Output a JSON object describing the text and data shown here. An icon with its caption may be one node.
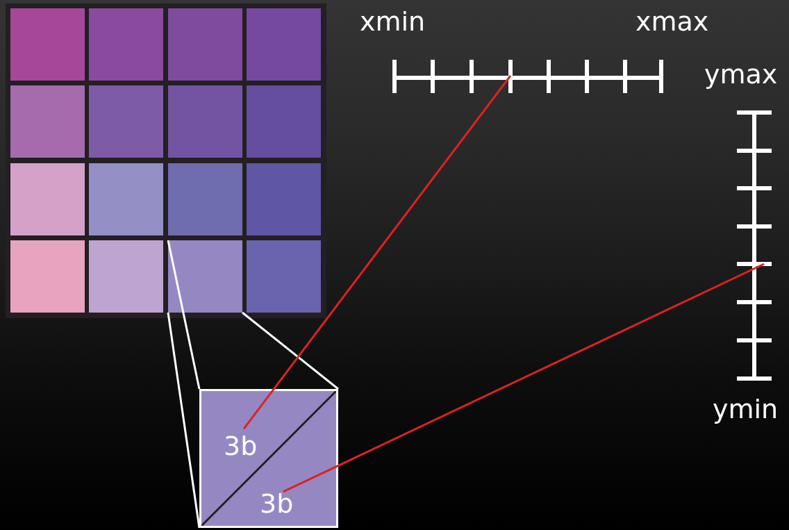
{
  "diagram": {
    "nodes": [
      {
        "text": [],
        "shape": "box"
      },
      {
        "text": [],
        "shape": "box"
      },
      {
        "text": [],
        "shape": "box"
      },
      {
        "text": [],
        "shape": "box"
      },
      {
        "text": [],
        "shape": "box"
      },
      {
        "text": [],
        "shape": "box"
      },
      {
        "text": [],
        "shape": "box"
      },
      {
        "text": [],
        "shape": "box"
      },
      {
        "text": [],
        "shape": "box"
      },
      {
        "text": [],
        "shape": "box"
      },
      {
        "text": [],
        "shape": "box"
      },
      {
        "text": [],
        "shape": "box"
      },
      {
        "text": [],
        "shape": "box"
      },
      {
        "text": [],
        "shape": "box"
      },
      {
        "text": [],
        "shape": "box"
      },
      {
        "text": [],
        "shape": "box"
      },
      {
        "text": [],
        "shape": "box"
      },
      {
        "text": [
          "3b"
        ],
        "in": 16
      },
      {
        "text": [
          "3b"
        ],
        "in": 16
      }
    ],
    "edges": [
      {
        "from": 14,
        "to": 16,
        "arrow": "none"
      },
      {
        "from": 14,
        "to": 16,
        "arrow": "none"
      },
      {
        "from": 14,
        "to": 16,
        "arrow": "none"
      },
      {
        "from": 17,
        "to": null,
        "arrow": "none",
        "color": "#dd2222"
      },
      {
        "from": 18,
        "to": null,
        "arrow": "none",
        "color": "#dd2222"
      }
    ],
    "labels": [
      "xmin",
      "xmax",
      "ymax",
      "ymin"
    ]
  }
}
